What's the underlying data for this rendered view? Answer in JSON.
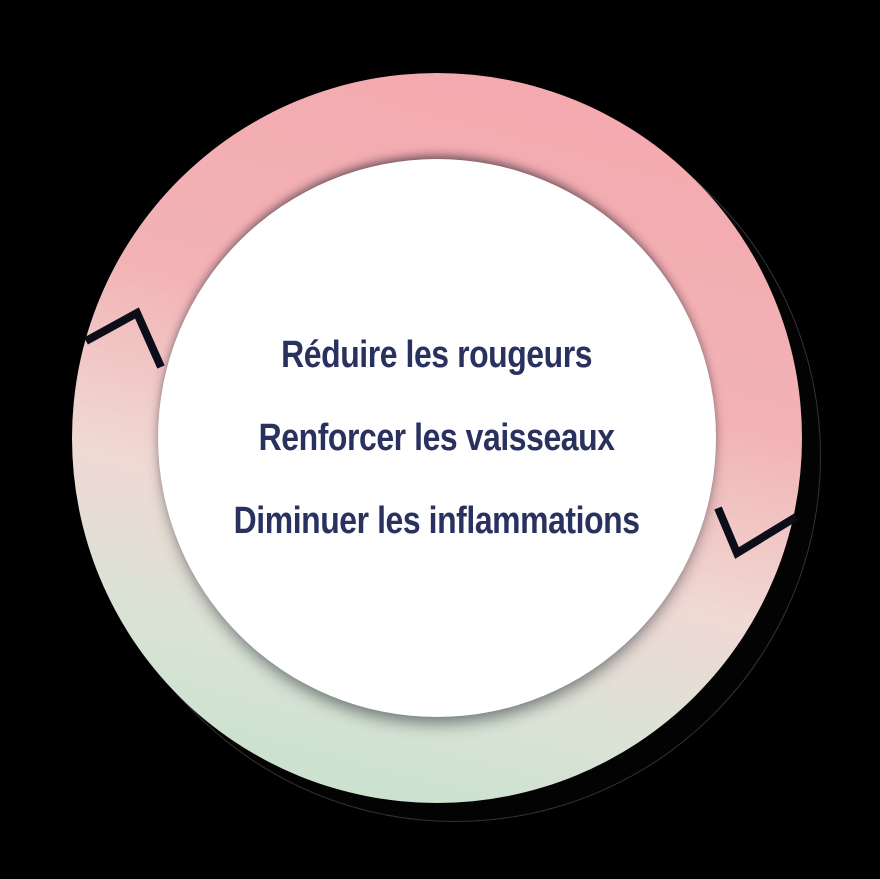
{
  "diagram": {
    "title": "cycle-benefits-diagram",
    "center_lines": [
      "Réduire les rougeurs",
      "Renforcer les vaisseaux",
      "Diminuer les inflammations"
    ],
    "arrows": [
      {
        "icon": "chevron-up-icon",
        "position": "left",
        "direction": "up"
      },
      {
        "icon": "chevron-down-icon",
        "position": "right",
        "direction": "down"
      }
    ],
    "rotation": "clockwise"
  },
  "colors": {
    "background": "#000000",
    "text": "#29325f",
    "ring_pink": "#f4a8ae",
    "ring_pink_mid": "#f2b3b6",
    "ring_pale": "#f0d9d4",
    "ring_green_mid": "#d9e3d6",
    "ring_green": "#c6e0cb",
    "inner_circle": "#ffffff",
    "arrow": "#0b0e18"
  }
}
